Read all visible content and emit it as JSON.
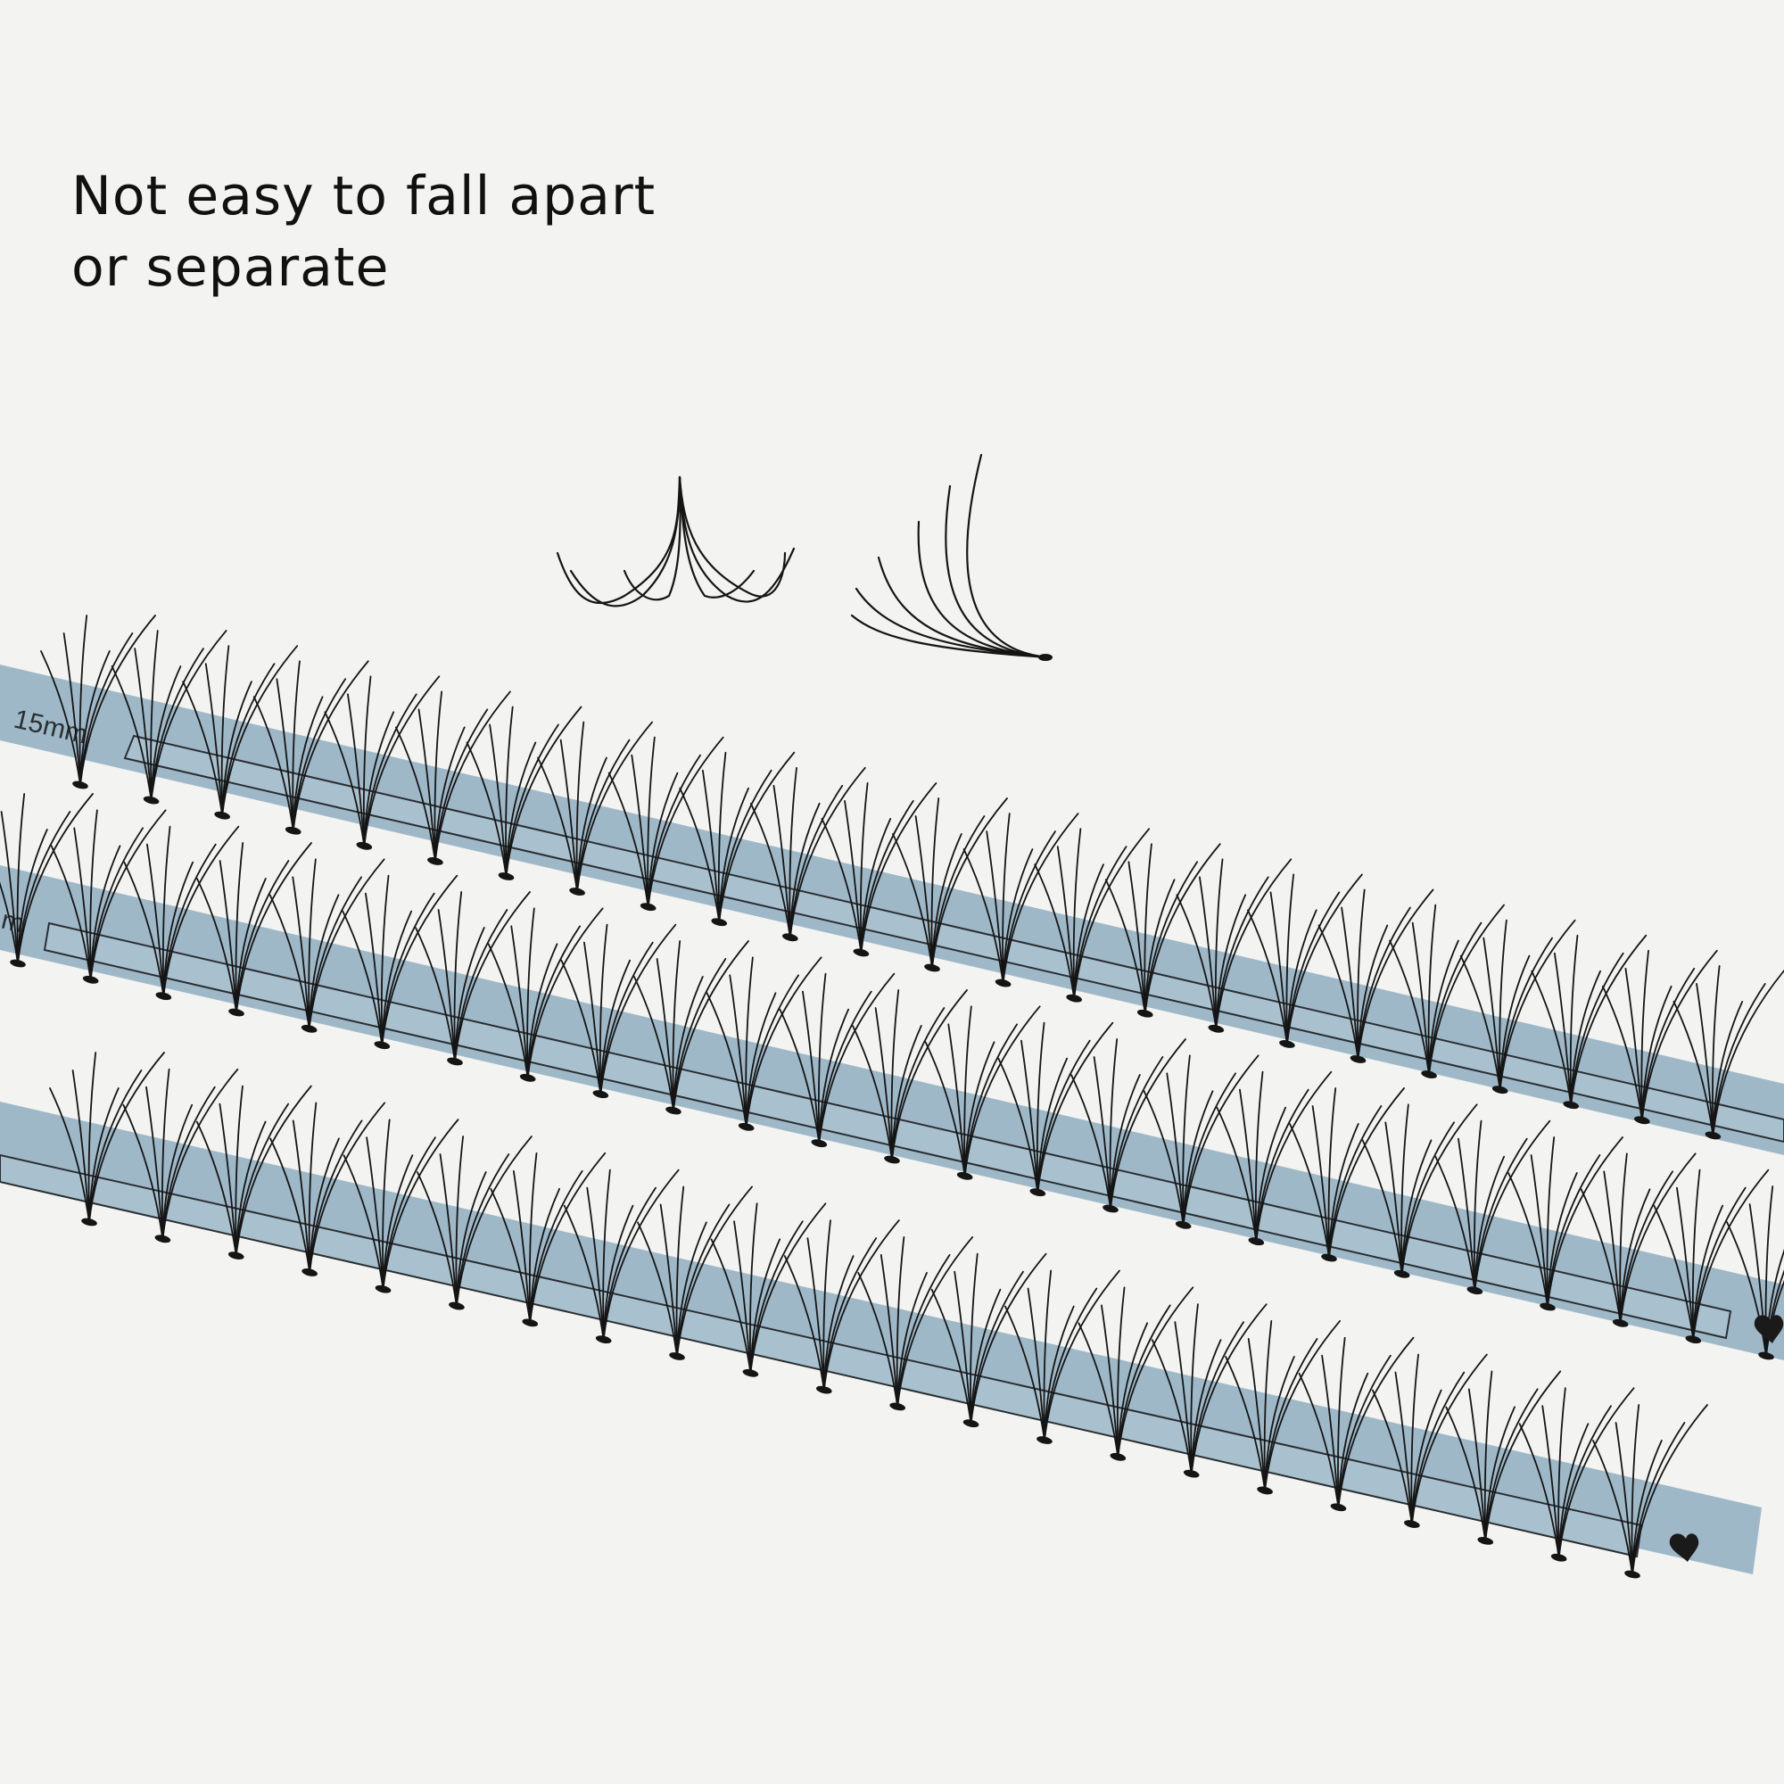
{
  "headline": {
    "line1": "Not easy to fall apart",
    "line2": "or separate"
  },
  "strips": [
    {
      "label": "15mm"
    },
    {
      "label": "m"
    },
    {
      "label": ""
    }
  ],
  "colors": {
    "background": "#f3f3f1",
    "strip": "#9fb8c8",
    "strip_inner": "#a9c0ce",
    "lash": "#151515",
    "text": "#111111"
  }
}
